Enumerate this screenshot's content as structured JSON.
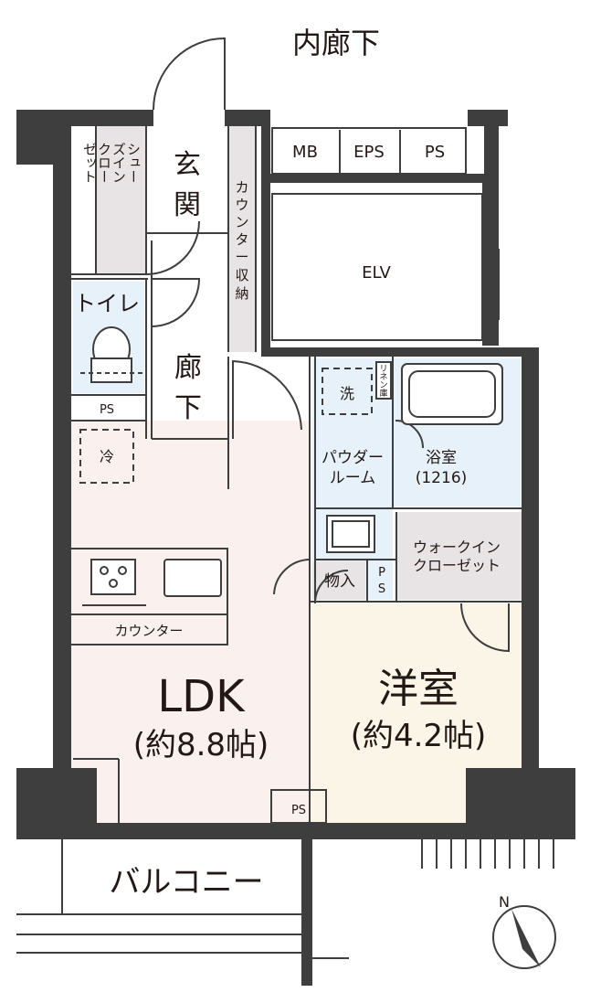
{
  "labels": {
    "corridor": "内廊下",
    "shoe_closet": [
      "シュー",
      "ズイン",
      "クロー",
      "ゼット"
    ],
    "entrance": [
      "玄",
      "関"
    ],
    "counter_storage": [
      "カ",
      "ウ",
      "ン",
      "タ",
      "ー",
      "収",
      "納"
    ],
    "mb": "MB",
    "eps": "EPS",
    "ps_top": "PS",
    "elv": "ELV",
    "toilet": "トイレ",
    "ps_toilet": "PS",
    "hallway": [
      "廊",
      "下"
    ],
    "linen": [
      "リ",
      "ネ",
      "ン",
      "庫"
    ],
    "washer": "洗",
    "fridge": "冷",
    "powder_room": [
      "パウダー",
      "ルーム"
    ],
    "bath": [
      "浴室",
      "(1216)"
    ],
    "walk_in_closet": [
      "ウォークイン",
      "クローゼット"
    ],
    "storage": "物入",
    "ps_small": [
      "P",
      "S"
    ],
    "counter": "カウンター",
    "ldk": "LDK",
    "ldk_size": "(約8.8帖)",
    "western_room": "洋室",
    "western_size": "(約4.2帖)",
    "ps_bottom": "PS",
    "balcony": "バルコニー",
    "north": "N"
  },
  "colors": {
    "wall": "#3e3e3e",
    "ldk_floor": "#faf1ef",
    "western_floor": "#fbf5e8",
    "wet_area": "#e6f1f9",
    "closet": "#e8e4e6",
    "text": "#231815"
  }
}
